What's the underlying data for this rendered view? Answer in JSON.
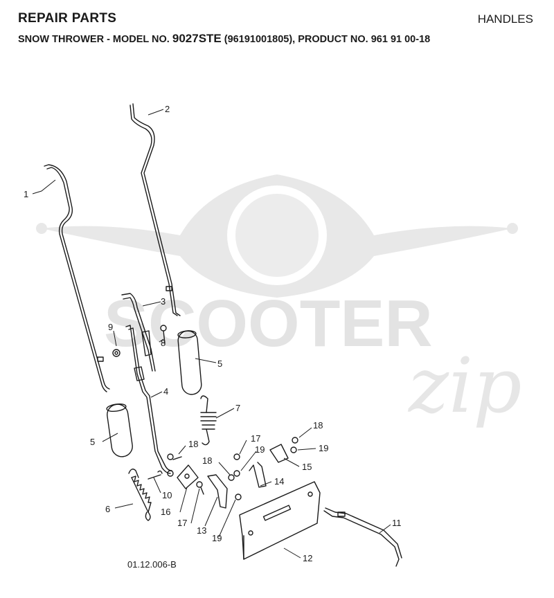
{
  "header": {
    "title": "REPAIR PARTS",
    "section": "HANDLES",
    "subtitle_prefix": "SNOW THROWER - MODEL NO. ",
    "model": "9027STE",
    "subtitle_suffix": " (96191001805), PRODUCT NO. 961 91 00-18"
  },
  "reference": "01.12.006-B",
  "watermark": {
    "word": "SCOOTER",
    "script": "zip",
    "color": "#e6e6e6"
  },
  "callouts": [
    "1",
    "2",
    "3",
    "4",
    "5",
    "5",
    "6",
    "7",
    "8",
    "9",
    "10",
    "11",
    "12",
    "13",
    "14",
    "15",
    "16",
    "17",
    "17",
    "18",
    "18",
    "18",
    "19",
    "19",
    "19"
  ]
}
